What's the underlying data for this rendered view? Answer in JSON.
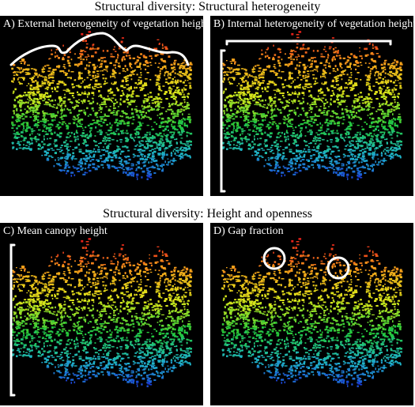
{
  "section_titles": {
    "top": "Structural diversity: Structural heterogeneity",
    "bottom": "Structural diversity: Height and openness"
  },
  "panels": [
    {
      "label": "A) External heterogeneity of vegetation height"
    },
    {
      "label": "B) Internal heterogeneity of vegetation height"
    },
    {
      "label": "C) Mean canopy height"
    },
    {
      "label": "D) Gap fraction"
    }
  ],
  "colors": {
    "panel_background": "#000000",
    "annotation": "#ffffff",
    "height_colormap": [
      "#1a2bd6",
      "#1fb5c9",
      "#22c73a",
      "#d9e81a",
      "#f5a31a",
      "#e8201a"
    ]
  }
}
